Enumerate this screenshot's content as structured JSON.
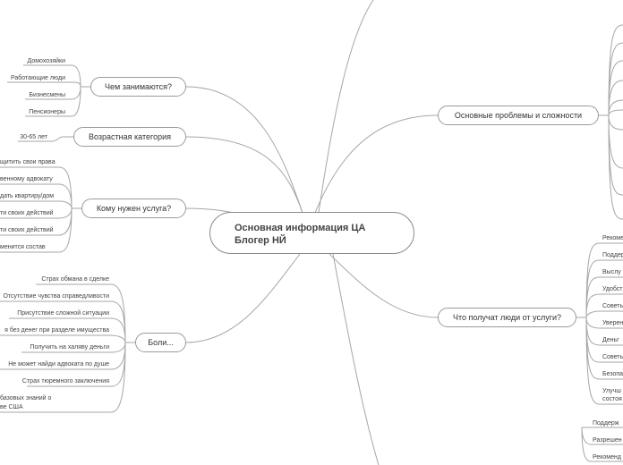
{
  "root": {
    "line1": "Основная информация ЦА",
    "line2": "Блогер НЙ"
  },
  "branches": {
    "occupation": {
      "label": "Чем занимаются?",
      "items": [
        "Домохозяйки",
        "Работающие люди",
        "Бизнесмены",
        "Пенсионеры"
      ]
    },
    "age": {
      "label": "Возрастная категория",
      "items": [
        "30-65 лет"
      ]
    },
    "who_needs": {
      "label": "Кому нужен  услуга?",
      "items": [
        "щитить свои права",
        "венному адвокату",
        "дать квартиру/дом",
        "ти своих действий",
        "ти своих действий",
        "менится состав"
      ]
    },
    "pains": {
      "label": "Боли...",
      "items": [
        "Страх обмана в сделке",
        "Отсутствие чувства справедливости",
        "Присутствие сложной ситуации",
        "я без денег при разделе имущества",
        "Получить на халяву деньги",
        "Не может найди адвоката по душе",
        "Страх тюремного заключения",
        "базовых знаний о",
        "ве США"
      ]
    },
    "problems": {
      "label": "Основные  проблемы и сложности"
    },
    "gains": {
      "label": "Что получат люди от услуги?",
      "items": [
        "Рекоме",
        "Поддер",
        "Выслу",
        "Удобст",
        "Советы",
        "Уверен",
        "Деньг",
        "Советы",
        "Безопа",
        "Улучш",
        "состоя"
      ]
    },
    "bottom": {
      "items": [
        "Поддерж",
        "Разрешен",
        "Рекоменд"
      ]
    }
  }
}
